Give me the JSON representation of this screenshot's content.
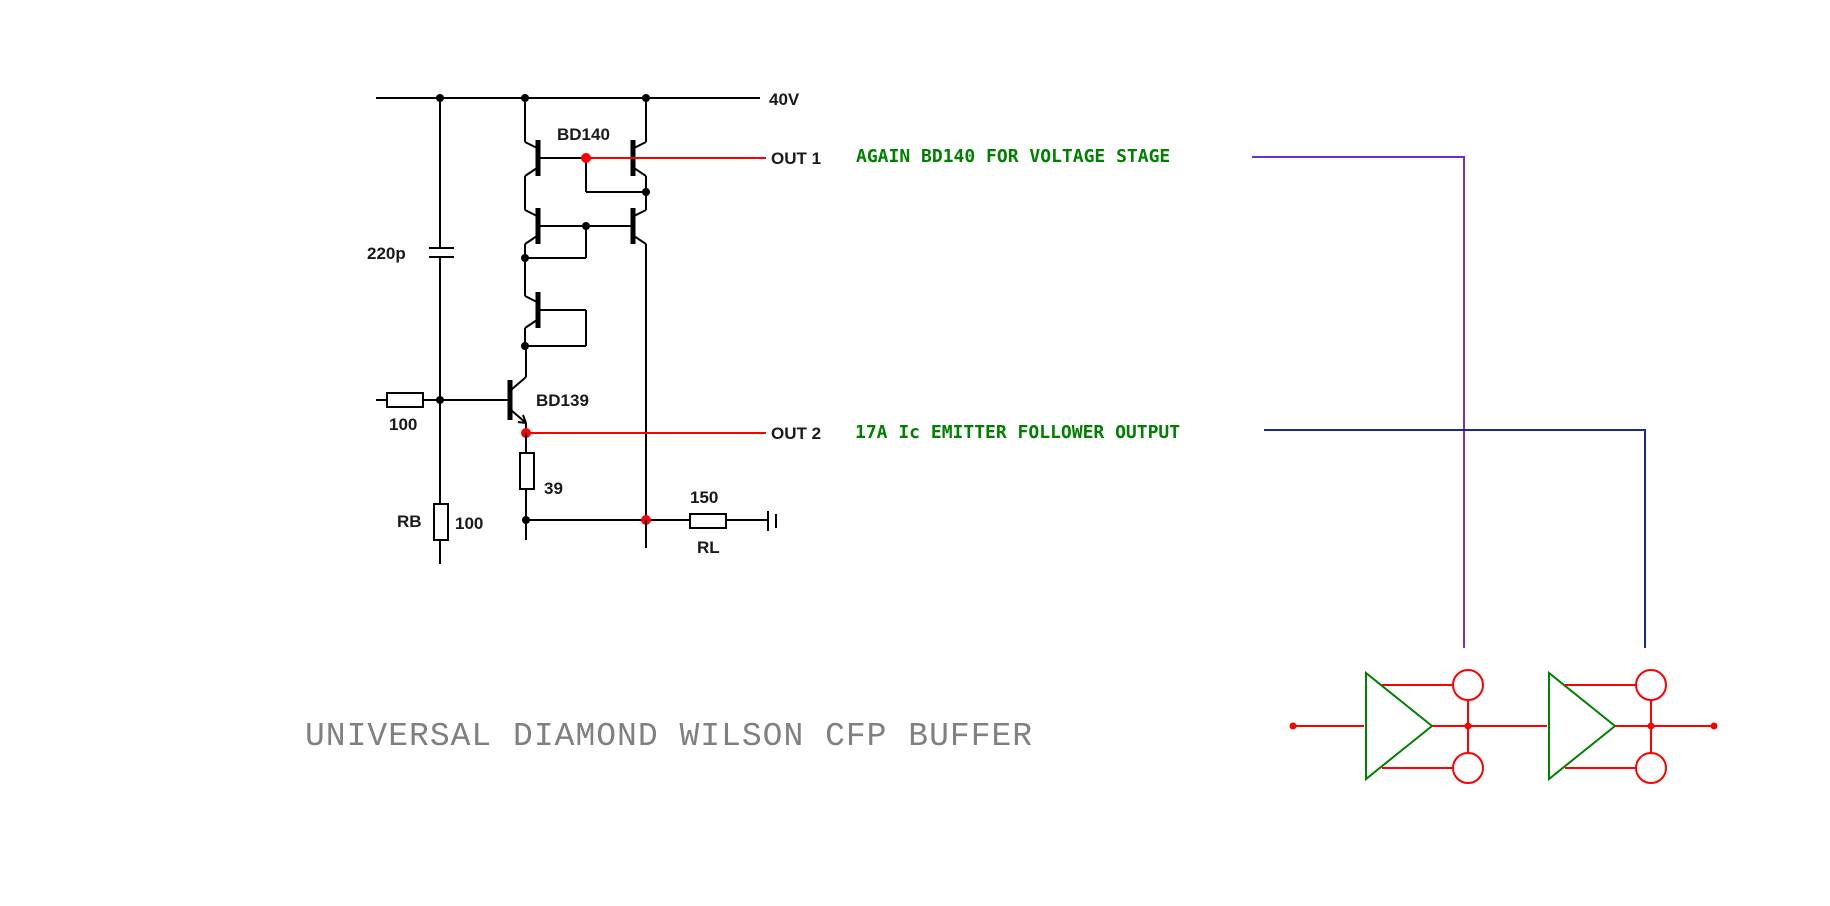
{
  "colors": {
    "wire": "#000000",
    "output_wire": "#ff0000",
    "note_text": "#008000",
    "title_text": "#808080",
    "link_line_1": "#6a2fd6",
    "link_line_2": "#1c2a8a",
    "block_green": "#008000",
    "block_red": "#ff0000"
  },
  "schematic": {
    "supply_label": "40V",
    "out1_label": "OUT 1",
    "out2_label": "OUT 2",
    "q_top_label": "BD140",
    "q_bottom_label": "BD139",
    "cap_label": "220p",
    "r_in_label": "100",
    "rb_name": "RB",
    "rb_value": "100",
    "r_emitter_label": "39",
    "rl_value": "150",
    "rl_name": "RL"
  },
  "notes": {
    "out1_note": "AGAIN BD140 FOR VOLTAGE STAGE",
    "out2_note": "17A Ic EMITTER FOLLOWER OUTPUT"
  },
  "title": "UNIVERSAL DIAMOND WILSON CFP BUFFER"
}
